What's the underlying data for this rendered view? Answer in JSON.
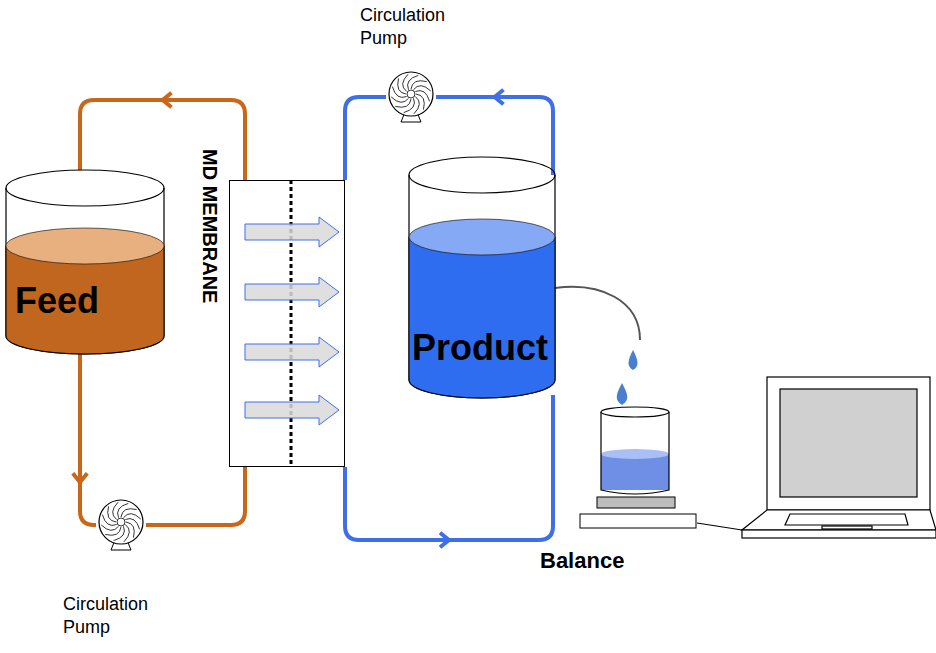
{
  "diagram": {
    "nodes": [
      {
        "text": [
          "Feed"
        ]
      },
      {
        "text": [
          "MD MEMBRANE"
        ]
      },
      {
        "text": [
          "Product"
        ]
      },
      {
        "text": [
          "Circulation Pump"
        ]
      },
      {
        "text": [
          "Circulation Pump"
        ]
      },
      {
        "text": [
          "Balance"
        ]
      }
    ],
    "edges": [
      {
        "from": 1,
        "to": 0,
        "arrow": "to"
      },
      {
        "from": 0,
        "to": 4,
        "arrow": "to"
      },
      {
        "from": 4,
        "to": 1,
        "arrow": "none"
      },
      {
        "from": 1,
        "to": 2,
        "arrow": "to"
      },
      {
        "from": 2,
        "to": 3,
        "arrow": "to"
      },
      {
        "from": 3,
        "to": 1,
        "arrow": "none"
      }
    ]
  }
}
